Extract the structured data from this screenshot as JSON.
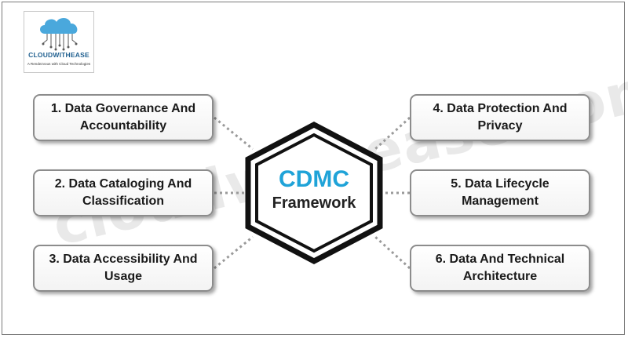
{
  "logo": {
    "name": "CLOUDWITHEASE",
    "tagline": "A Rendezvous with Cloud Technologies"
  },
  "watermark": "cloudwithease.com",
  "center": {
    "title": "CDMC",
    "subtitle": "Framework"
  },
  "components": [
    {
      "label": "1. Data Governance And Accountability"
    },
    {
      "label": "2. Data Cataloging And Classification"
    },
    {
      "label": "3. Data Accessibility And Usage"
    },
    {
      "label": "4. Data Protection And Privacy"
    },
    {
      "label": "5. Data Lifecycle Management"
    },
    {
      "label": "6. Data And Technical Architecture"
    }
  ],
  "colors": {
    "title_blue": "#1fa3d8",
    "box_border": "#8c8c8c",
    "hexagon": "#111111"
  }
}
